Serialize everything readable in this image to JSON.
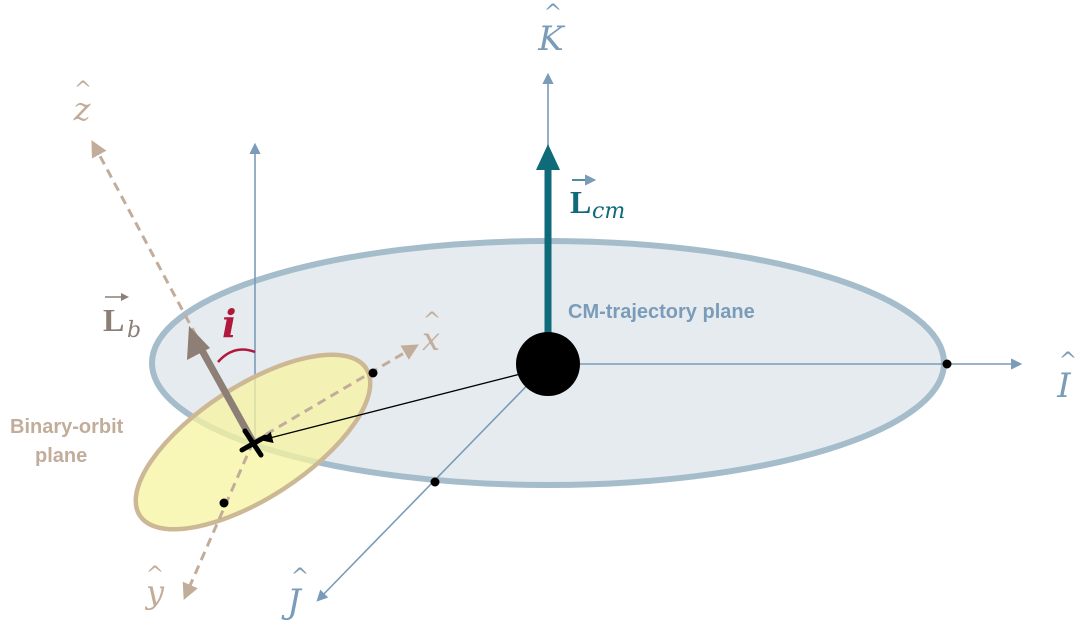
{
  "labels": {
    "axis_K": "K",
    "axis_I": "I",
    "axis_J": "J",
    "axis_x": "x",
    "axis_y": "y",
    "axis_z": "z",
    "hat": "^",
    "vector_bold_L": "L",
    "sub_cm": "cm",
    "sub_b": "b",
    "inclination": "i",
    "cm_plane": "CM-trajectory plane",
    "binary_plane_line1": "Binary-orbit",
    "binary_plane_line2": "plane"
  },
  "colors": {
    "steel_blue": "#7a9cb8",
    "plane_fill": "#e6ebf0",
    "plane_stroke": "#a5bccb",
    "teal": "#0f6a7a",
    "tan": "#c2ad9a",
    "gray_brown": "#8d7f76",
    "crimson": "#b0183c",
    "binary_fill": "#f7f4a0",
    "binary_stroke": "#cdb896",
    "black": "#000000"
  }
}
